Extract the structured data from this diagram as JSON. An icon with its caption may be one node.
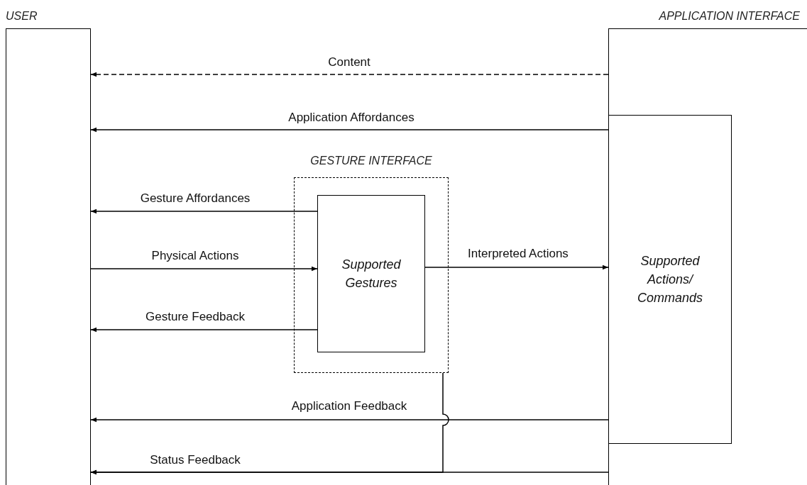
{
  "diagram": {
    "nodes": [
      {
        "text": [
          "USER"
        ]
      },
      {
        "text": [
          "APPLICATION INTERFACE"
        ]
      },
      {
        "text": [
          "Supported Actions/ Commands"
        ],
        "in": 1
      },
      {
        "text": [
          "GESTURE INTERFACE"
        ]
      },
      {
        "text": [
          "Supported Gestures"
        ],
        "in": 3
      }
    ],
    "edges": [
      {
        "from": 1,
        "to": 0,
        "arrow": "to",
        "label": "Content",
        "style": "dashed"
      },
      {
        "from": 1,
        "to": 0,
        "arrow": "to",
        "label": "Application Affordances"
      },
      {
        "from": 4,
        "to": 0,
        "arrow": "to",
        "label": "Gesture Affordances"
      },
      {
        "from": 0,
        "to": 4,
        "arrow": "to",
        "label": "Physical Actions"
      },
      {
        "from": 4,
        "to": 2,
        "arrow": "to",
        "label": "Interpreted Actions"
      },
      {
        "from": 4,
        "to": 0,
        "arrow": "to",
        "label": "Gesture Feedback"
      },
      {
        "from": 1,
        "to": 0,
        "arrow": "to",
        "label": "Application Feedback"
      },
      {
        "from": 1,
        "to": 0,
        "arrow": "to",
        "label": "Status Feedback"
      },
      {
        "from": 3,
        "to": 0,
        "arrow": "to"
      }
    ]
  }
}
